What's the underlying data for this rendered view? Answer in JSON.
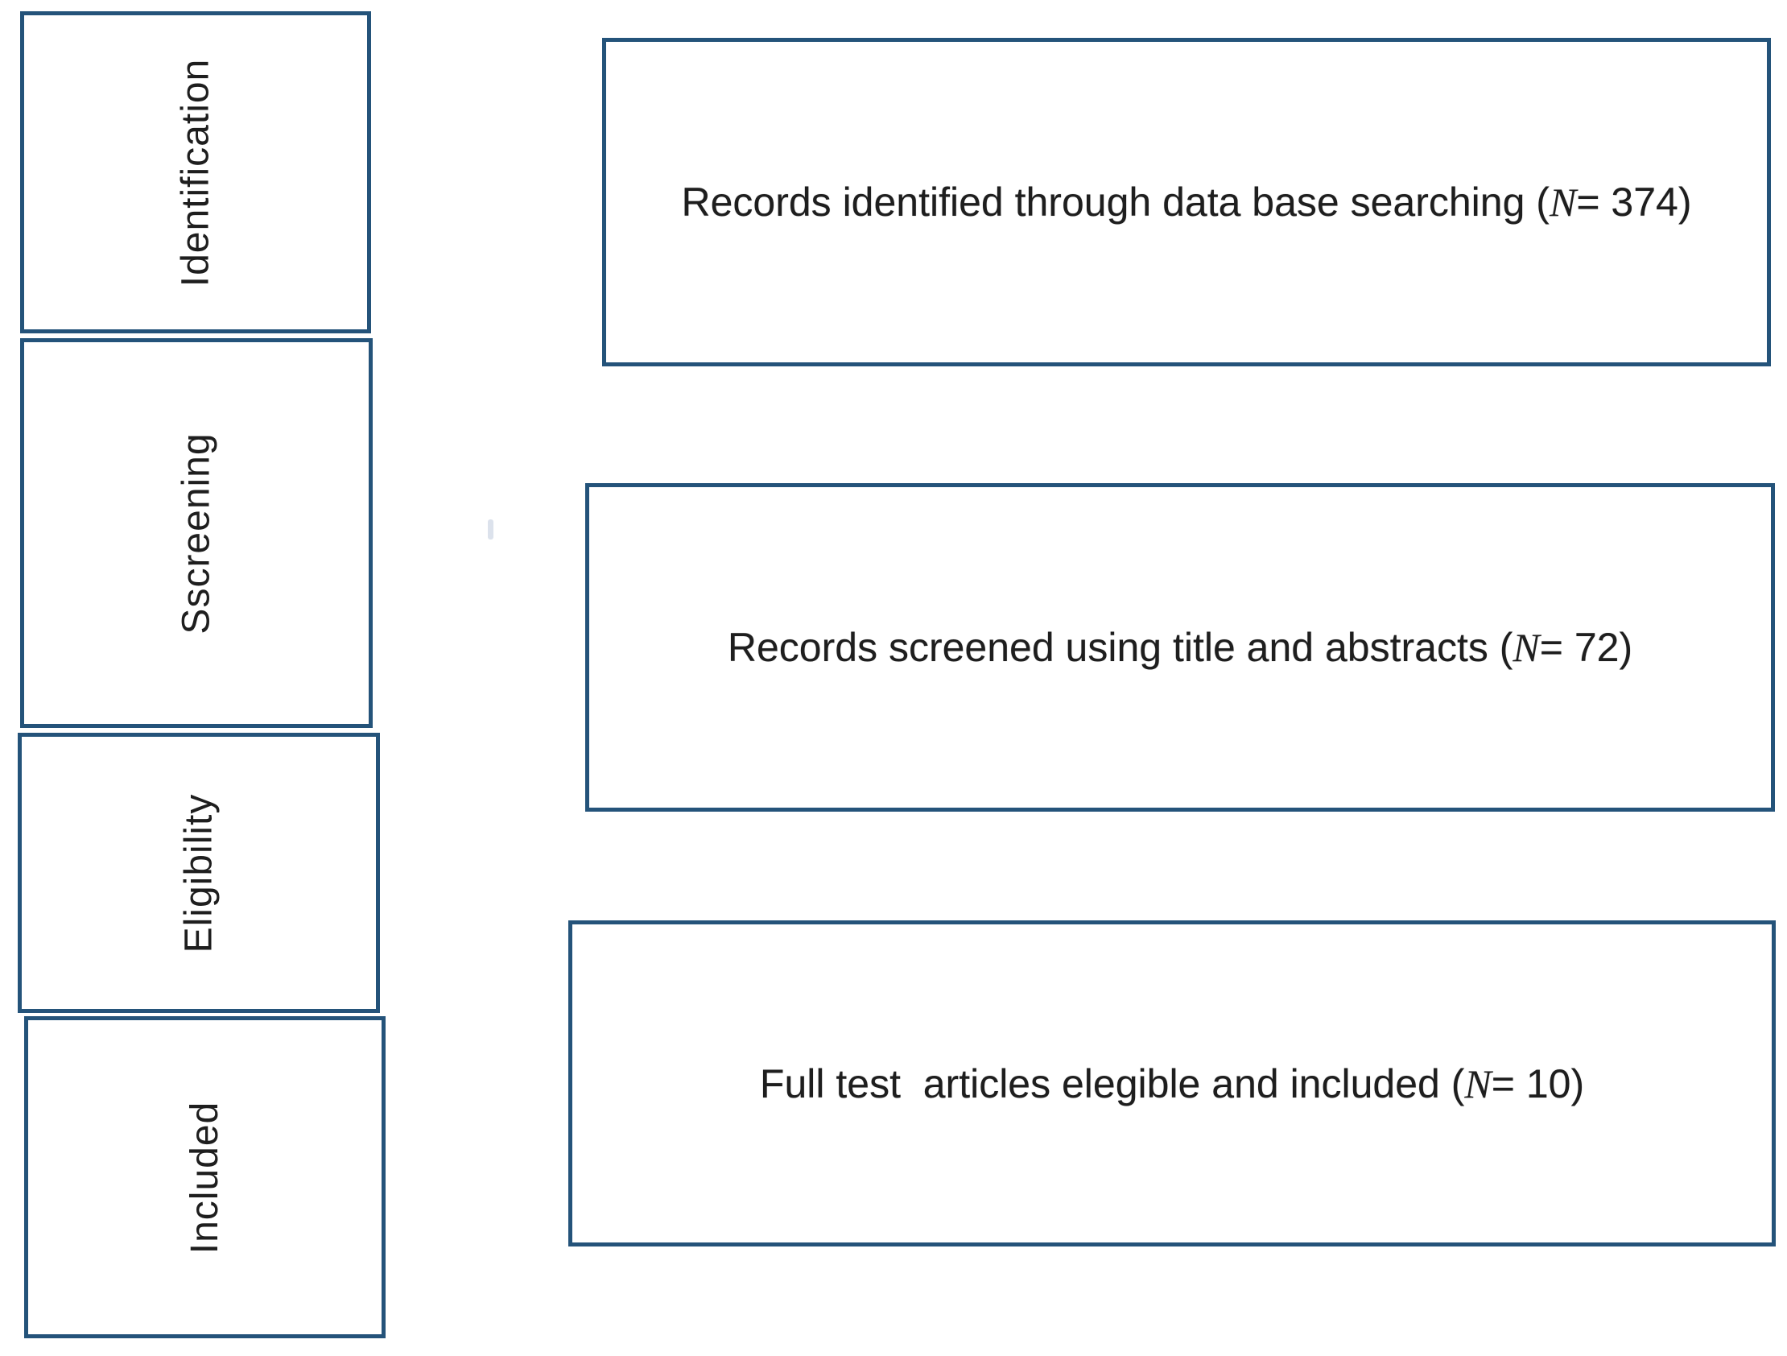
{
  "diagram": {
    "type": "prisma-flow",
    "stages": [
      {
        "label": "Identification"
      },
      {
        "label": "Sscreening"
      },
      {
        "label": "Eligibility"
      },
      {
        "label": "Included"
      }
    ],
    "records": [
      {
        "pre": "Records identified through data base searching (",
        "n": "N",
        "post": "= 374)",
        "count": 374
      },
      {
        "pre": "Records screened using title and abstracts (",
        "n": "N",
        "post": "= 72)",
        "count": 72
      },
      {
        "pre": "Full test  articles elegible and included (",
        "n": "N",
        "post": "= 10)",
        "count": 10
      }
    ],
    "colors": {
      "border": "#24537a",
      "text": "#1e1e1e",
      "tick": "#dce2ec",
      "background": "#ffffff"
    }
  }
}
